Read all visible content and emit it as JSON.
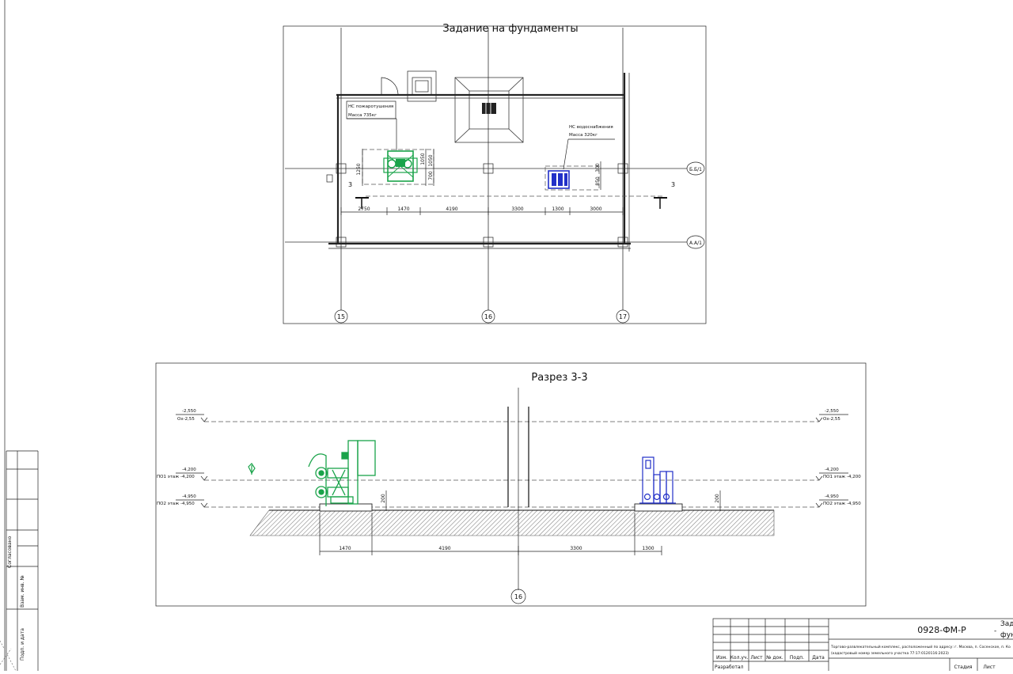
{
  "plan": {
    "title": "Задание на фундаменты",
    "pump1_label_1": "НС пожаротушения",
    "pump1_label_2": "Масса 735кг",
    "pump2_label_1": "НС водоснабжения",
    "pump2_label_2": "Масса 320кг",
    "section_mark_left": "3",
    "section_mark_right": "3",
    "row_axis_top": "Б.Б/1",
    "row_axis_bottom": "А.А/1",
    "col_axes": [
      "15",
      "16",
      "17"
    ],
    "dims_horizontal": [
      "2750",
      "1470",
      "4190",
      "3300",
      "1300",
      "3000"
    ],
    "dims_pump1": [
      "1250",
      "1050",
      "700",
      "1050"
    ],
    "dims_pump2": [
      "300",
      "850"
    ]
  },
  "section": {
    "title": "Разрез 3-3",
    "level1_value": "-2,550",
    "level1_code": "Ох-2,55",
    "level2_value": "-4,200",
    "level2_label": "ПО1 этаж -4,200",
    "level3_value": "-4,950",
    "level3_label": "ПО2 этаж -4,950",
    "level1_value_r": "-2,550",
    "level1_code_r": "Ох-2,55",
    "level2_value_r": "-4,200",
    "level2_label_r": "ПО1 этаж -4,200",
    "level3_value_r": "-4,950",
    "level3_label_r": "ПО2 этаж -4,950",
    "plinth_h_left": "200",
    "plinth_h_right": "200",
    "dims": [
      "1470",
      "4190",
      "3300",
      "1300"
    ],
    "col_axis": "16"
  },
  "left_strip": {
    "soglasovano": "Согласовано",
    "vzam_inv": "Взам. инв. №",
    "podp_data": "Подп. и дата"
  },
  "title_block": {
    "code": "0928-ФМ-Р",
    "sheet_title_1": "Зад",
    "sheet_title_2": "фун",
    "dash": "-",
    "project_1": "Торгово-развлекательный комплекс, расположенный по адресу: г. Москва, п. Сосенское, п. Ко",
    "project_2": "(кадастровый номер земельного участка 77:17:0120116:2023)",
    "hdr_izm": "Изм.",
    "hdr_koluch": "Кол.уч.",
    "hdr_list": "Лист",
    "hdr_ndok": "№ док.",
    "hdr_podp": "Подп.",
    "hdr_data": "Дата",
    "razrabotal": "Разработал",
    "stadiya": "Стадия",
    "list": "Лист"
  }
}
